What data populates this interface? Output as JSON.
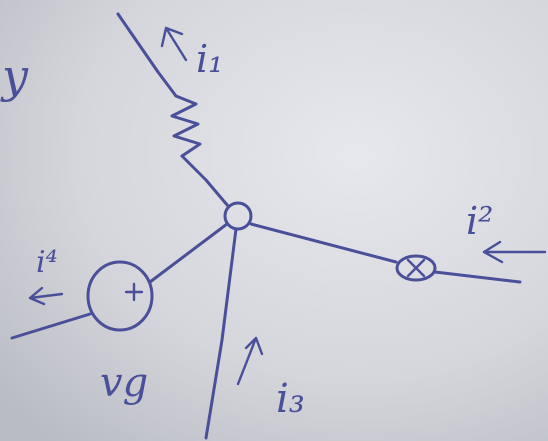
{
  "labels": {
    "current_1": "i₁",
    "current_2": "i²",
    "current_3": "i₃",
    "current_4": "i⁴",
    "source": "vg",
    "margin_fragment": "y"
  },
  "colors": {
    "paper": "#d6d8dd",
    "ink": "#4a4f9a"
  }
}
